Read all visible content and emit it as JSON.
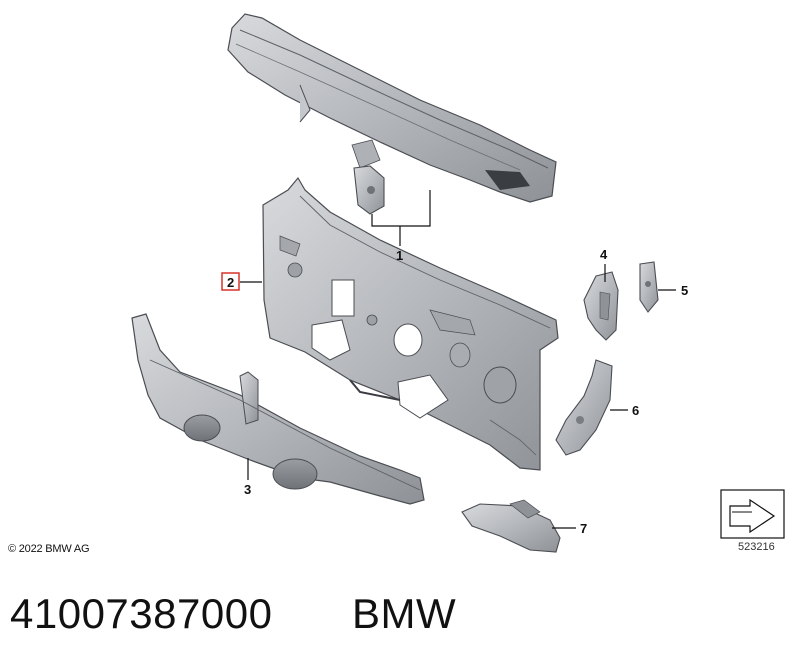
{
  "callouts": {
    "part_1": "1",
    "part_2": "2",
    "part_3": "3",
    "part_4": "4",
    "part_5": "5",
    "part_6": "6",
    "part_7": "7"
  },
  "highlighted_callout": "2",
  "highlight_color": "#d9342b",
  "part_fill_color": "#b9bcc0",
  "part_stroke_color": "#4a4d52",
  "copyright": "© 2022 BMW AG",
  "diagram_id": "523216",
  "part_number": "41007387000",
  "brand": "BMW",
  "icons": [
    "callout-box-icon",
    "view-direction-arrow-icon"
  ]
}
